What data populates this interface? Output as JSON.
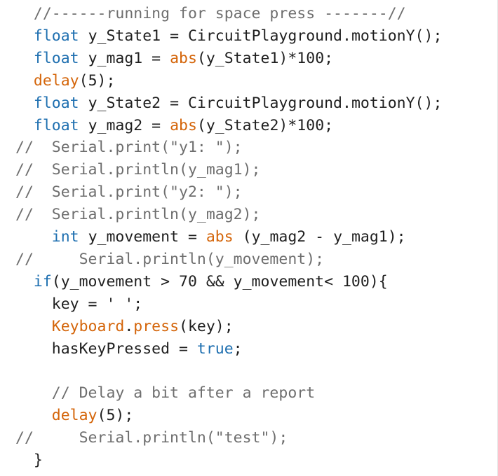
{
  "colors": {
    "keyword": "#1e6fb0",
    "function": "#d4650a",
    "comment": "#6e6e6e",
    "text": "#1f1f1f",
    "background": "#ffffff"
  },
  "code_lines": [
    {
      "tokens": [
        {
          "t": "  //------running for space press -------//",
          "c": "cm"
        }
      ]
    },
    {
      "tokens": [
        {
          "t": "  ",
          "c": "pl"
        },
        {
          "t": "float",
          "c": "kw"
        },
        {
          "t": " y_State1 = CircuitPlayground.motionY();",
          "c": "pl"
        }
      ]
    },
    {
      "tokens": [
        {
          "t": "  ",
          "c": "pl"
        },
        {
          "t": "float",
          "c": "kw"
        },
        {
          "t": " y_mag1 = ",
          "c": "pl"
        },
        {
          "t": "abs",
          "c": "fn"
        },
        {
          "t": "(y_State1)*100;",
          "c": "pl"
        }
      ]
    },
    {
      "tokens": [
        {
          "t": "  ",
          "c": "pl"
        },
        {
          "t": "delay",
          "c": "fn"
        },
        {
          "t": "(5);",
          "c": "pl"
        }
      ]
    },
    {
      "tokens": [
        {
          "t": "  ",
          "c": "pl"
        },
        {
          "t": "float",
          "c": "kw"
        },
        {
          "t": " y_State2 = CircuitPlayground.motionY();",
          "c": "pl"
        }
      ]
    },
    {
      "tokens": [
        {
          "t": "  ",
          "c": "pl"
        },
        {
          "t": "float",
          "c": "kw"
        },
        {
          "t": " y_mag2 = ",
          "c": "pl"
        },
        {
          "t": "abs",
          "c": "fn"
        },
        {
          "t": "(y_State2)*100;",
          "c": "pl"
        }
      ]
    },
    {
      "tokens": [
        {
          "t": "//  Serial.print(\"y1: \");",
          "c": "cm"
        }
      ]
    },
    {
      "tokens": [
        {
          "t": "//  Serial.println(y_mag1);",
          "c": "cm"
        }
      ]
    },
    {
      "tokens": [
        {
          "t": "//  Serial.print(\"y2: \");",
          "c": "cm"
        }
      ]
    },
    {
      "tokens": [
        {
          "t": "//  Serial.println(y_mag2);",
          "c": "cm"
        }
      ]
    },
    {
      "tokens": [
        {
          "t": "    ",
          "c": "pl"
        },
        {
          "t": "int",
          "c": "kw"
        },
        {
          "t": " y_movement = ",
          "c": "pl"
        },
        {
          "t": "abs",
          "c": "fn"
        },
        {
          "t": " (y_mag2 - y_mag1);",
          "c": "pl"
        }
      ]
    },
    {
      "tokens": [
        {
          "t": "//     Serial.println(y_movement);",
          "c": "cm"
        }
      ]
    },
    {
      "tokens": [
        {
          "t": "  ",
          "c": "pl"
        },
        {
          "t": "if",
          "c": "kw"
        },
        {
          "t": "(y_movement > 70 && y_movement< 100){",
          "c": "pl"
        }
      ]
    },
    {
      "tokens": [
        {
          "t": "    key = ' ';",
          "c": "pl"
        }
      ]
    },
    {
      "tokens": [
        {
          "t": "    ",
          "c": "pl"
        },
        {
          "t": "Keyboard",
          "c": "fn"
        },
        {
          "t": ".",
          "c": "pl"
        },
        {
          "t": "press",
          "c": "fn"
        },
        {
          "t": "(key);",
          "c": "pl"
        }
      ]
    },
    {
      "tokens": [
        {
          "t": "    hasKeyPressed = ",
          "c": "pl"
        },
        {
          "t": "true",
          "c": "kw"
        },
        {
          "t": ";",
          "c": "pl"
        }
      ]
    },
    {
      "tokens": []
    },
    {
      "tokens": [
        {
          "t": "    // Delay a bit after a report",
          "c": "cm"
        }
      ]
    },
    {
      "tokens": [
        {
          "t": "    ",
          "c": "pl"
        },
        {
          "t": "delay",
          "c": "fn"
        },
        {
          "t": "(5);",
          "c": "pl"
        }
      ]
    },
    {
      "tokens": [
        {
          "t": "//     Serial.println(\"test\");",
          "c": "cm"
        }
      ]
    },
    {
      "tokens": [
        {
          "t": "  }",
          "c": "pl"
        }
      ]
    }
  ]
}
